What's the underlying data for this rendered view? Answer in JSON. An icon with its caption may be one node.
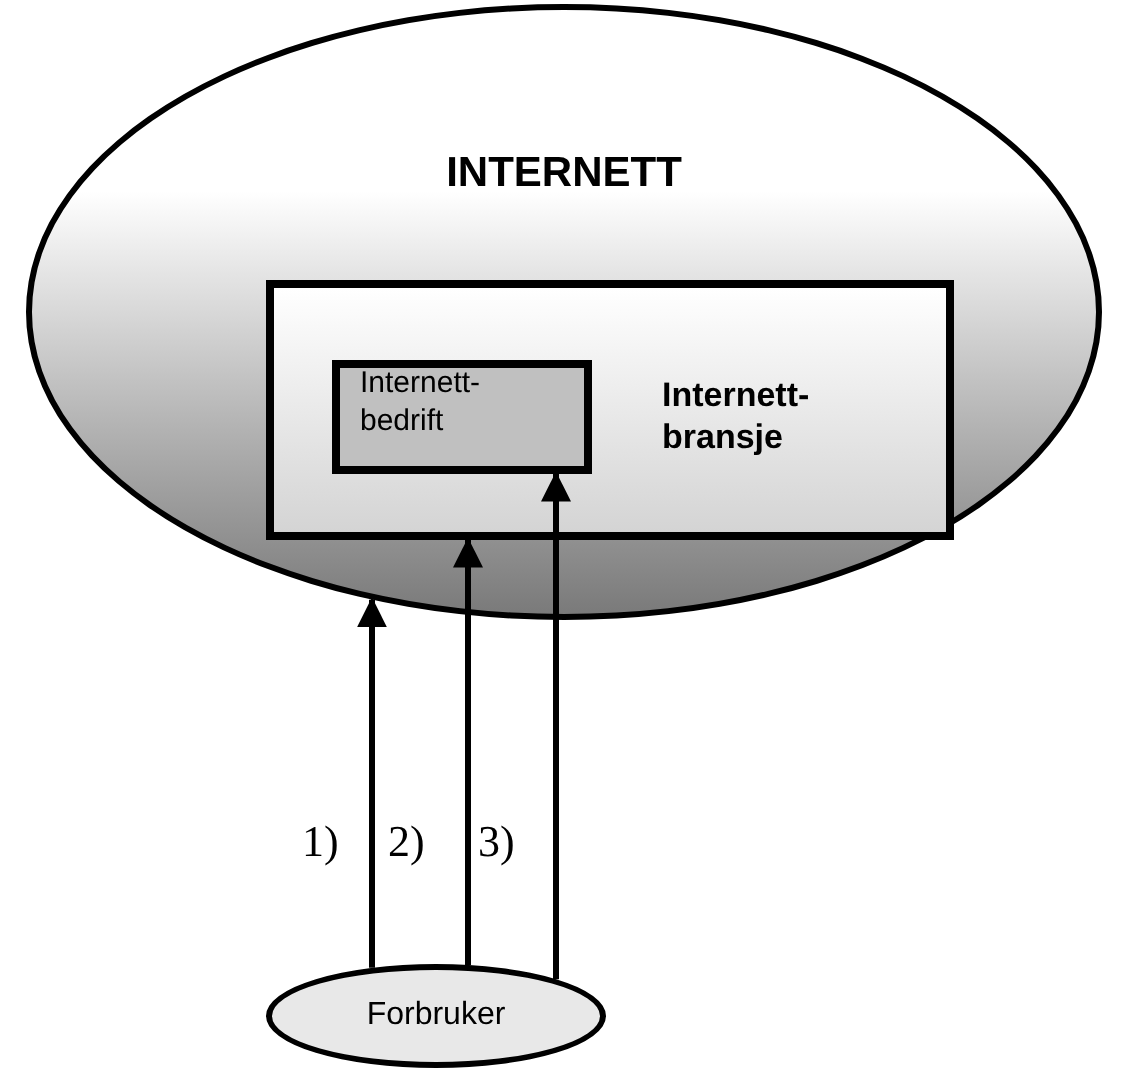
{
  "diagram": {
    "nodes": [
      {
        "text": [
          "INTERNETT"
        ]
      },
      {
        "text": [
          "Internett- bransje"
        ],
        "in": 0
      },
      {
        "text": [
          "Internett- bedrift"
        ],
        "in": 1
      },
      {
        "text": [
          "Forbruker"
        ]
      }
    ],
    "edges": [
      {
        "from": 3,
        "to": 0,
        "arrow": "to",
        "label": "1)"
      },
      {
        "from": 3,
        "to": 1,
        "arrow": "to",
        "label": "2)"
      },
      {
        "from": 3,
        "to": 2,
        "arrow": "to",
        "label": "3)"
      }
    ]
  }
}
